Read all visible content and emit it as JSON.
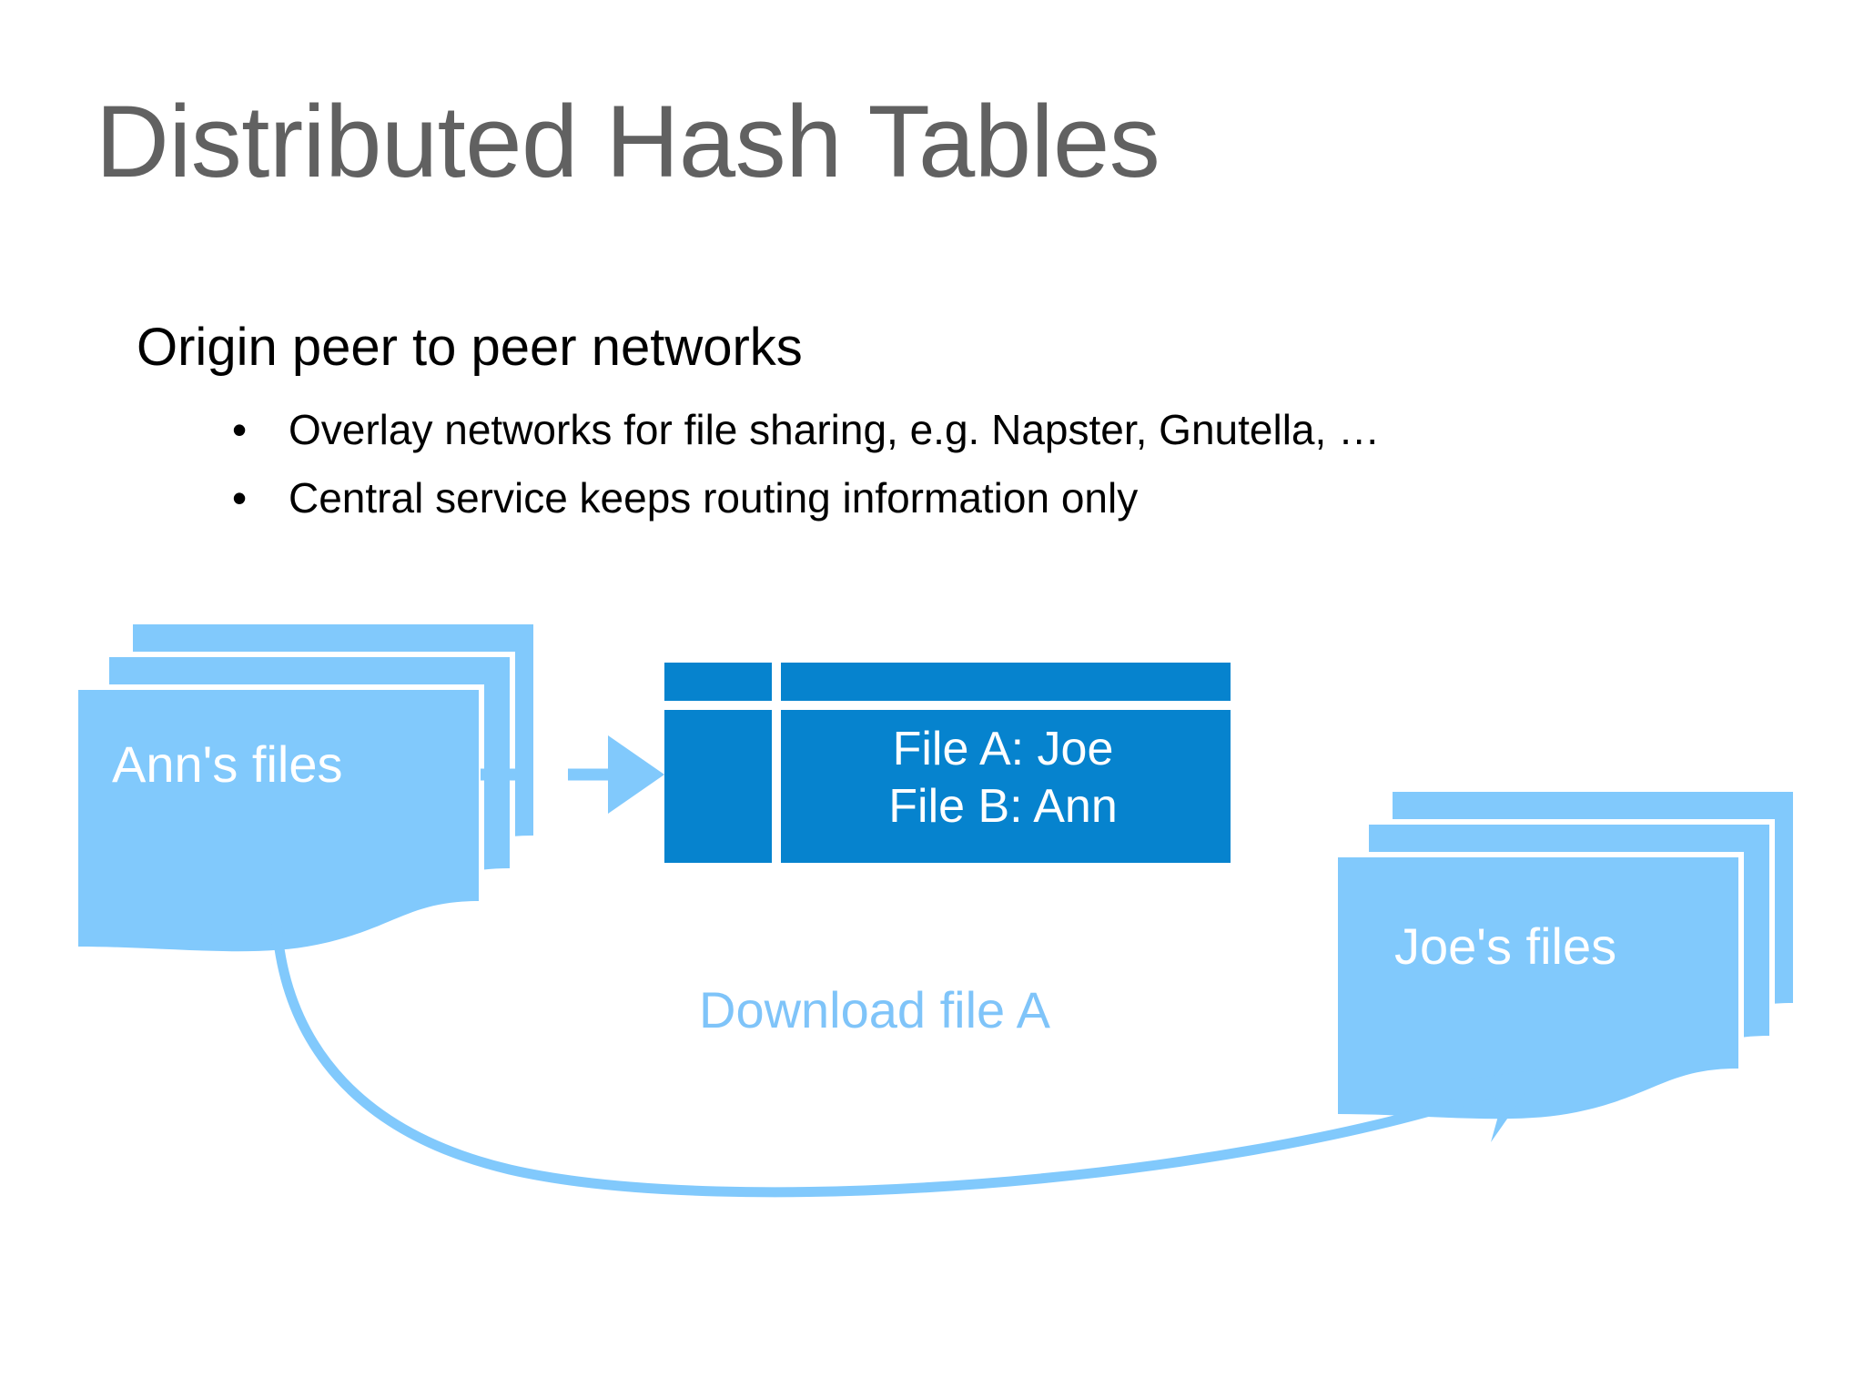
{
  "slide": {
    "title": "Distributed Hash Tables",
    "background_color": "#FFFFFF",
    "title_color": "#616161"
  },
  "body": {
    "level1": "Origin peer to peer networks",
    "bullets": [
      {
        "marker": "•",
        "text": "Overlay networks for file sharing, e.g. Napster, Gnutella, …"
      },
      {
        "marker": "•",
        "text": "Central service keeps routing information only"
      }
    ]
  },
  "diagram": {
    "colors": {
      "light_blue": "#81C9FC",
      "dark_blue": "#0683CE",
      "white": "#FFFFFF"
    },
    "ann_node": {
      "label": "Ann's files"
    },
    "joe_node": {
      "label": "Joe's files"
    },
    "registry_table": {
      "header_left": "",
      "header_right": "",
      "rows": [
        {
          "entry": "File A: Joe"
        },
        {
          "entry": "File B: Ann"
        }
      ]
    },
    "lookup_arrow": {
      "style": "dashed",
      "label": ""
    },
    "download_arrow": {
      "style": "curved",
      "label": "Download file A"
    }
  }
}
